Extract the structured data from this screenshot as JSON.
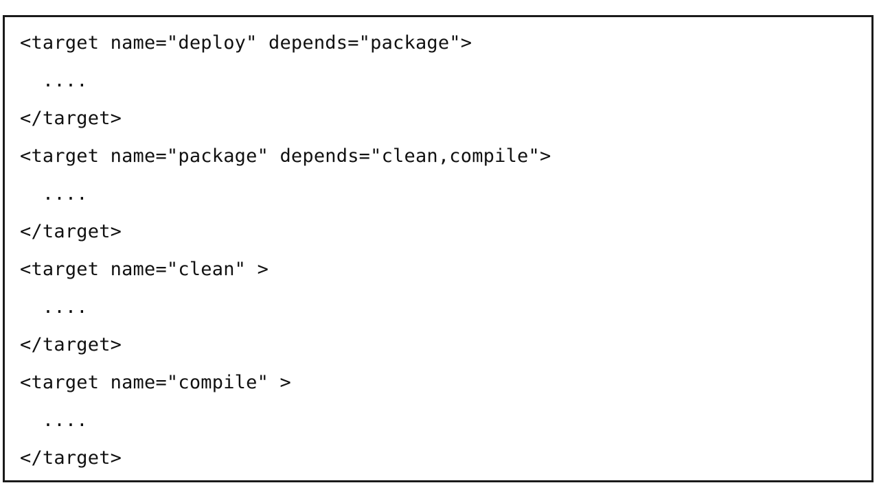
{
  "code": {
    "lines": [
      "<target name=\"deploy\" depends=\"package\">",
      "  ....",
      "</target>",
      "<target name=\"package\" depends=\"clean,compile\">",
      "  ....",
      "</target>",
      "<target name=\"clean\" >",
      "  ....",
      "</target>",
      "<target name=\"compile\" >",
      "  ....",
      "</target>"
    ]
  }
}
